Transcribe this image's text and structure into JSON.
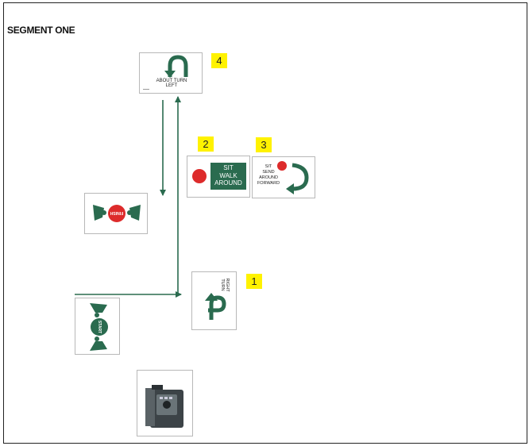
{
  "title": "SEGMENT ONE",
  "colors": {
    "green": "#2a6b4f",
    "red": "#dd2b2b",
    "badge": "#fff200"
  },
  "stations": [
    {
      "number": "1",
      "name": "RIGHT TURN",
      "label": "RIGHT TURN",
      "icon": "right-turn-arrow-icon"
    },
    {
      "number": "2",
      "name": "SIT WALK AROUND",
      "lines": [
        "SIT",
        "WALK",
        "AROUND"
      ],
      "icon": "red-dot-icon"
    },
    {
      "number": "3",
      "name": "SIT SEND AROUND FORWARD",
      "lines": [
        "SIT",
        "SEND",
        "AROUND",
        "FORWARD"
      ],
      "icon": "curved-arrow-icon"
    },
    {
      "number": "4",
      "name": "ABOUT TURN LEFT",
      "lines": [
        "ABOUT TURN",
        "LEFT"
      ],
      "icon": "u-turn-arrow-icon"
    }
  ],
  "start_sign": {
    "label": "START",
    "icon": "start-sign-icon"
  },
  "finish_sign": {
    "label": "FINISH",
    "icon": "finish-sign-icon"
  },
  "equipment": {
    "icon": "camera-device-icon"
  }
}
